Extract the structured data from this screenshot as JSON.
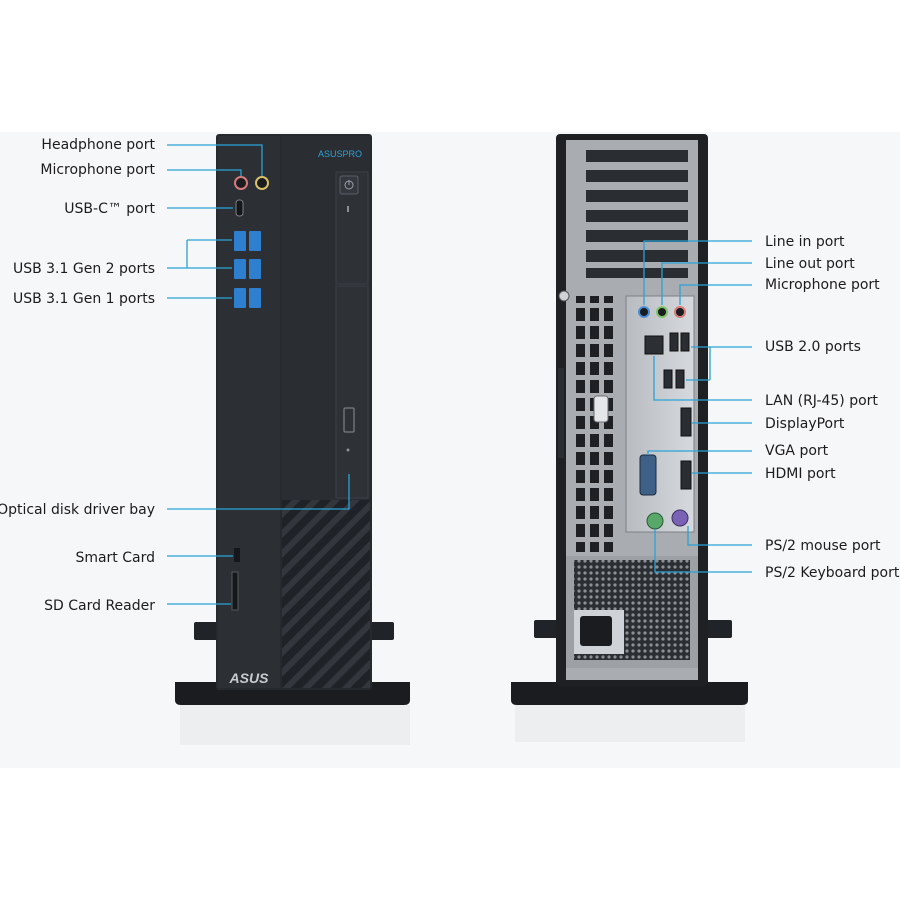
{
  "front": {
    "brand_badge": "ASUSPRO",
    "logo_text": "ASUS",
    "labels": {
      "headphone": "Headphone port",
      "microphone": "Microphone port",
      "usb_c": "USB-C™ port",
      "usb_gen2": "USB 3.1 Gen 2 ports",
      "usb_gen1": "USB 3.1 Gen 1 ports",
      "optical": "Optical disk driver bay",
      "smart_card": "Smart Card",
      "sd_card": "SD Card Reader"
    }
  },
  "rear": {
    "labels": {
      "line_in": "Line in port",
      "line_out": "Line out port",
      "microphone": "Microphone port",
      "usb2": "USB 2.0 ports",
      "lan": "LAN (RJ-45) port",
      "displayport": "DisplayPort",
      "vga": "VGA port",
      "hdmi": "HDMI port",
      "ps2_mouse": "PS/2 mouse port",
      "ps2_keyboard": "PS/2 Keyboard port"
    }
  },
  "colors": {
    "accent_line": "#2aa2d6",
    "chassis": "#24272c",
    "usb3_blue": "#2f7fd0",
    "io_plate": "#c9ccd0",
    "ps2_green": "#58a86a",
    "ps2_purple": "#7a62b5"
  }
}
